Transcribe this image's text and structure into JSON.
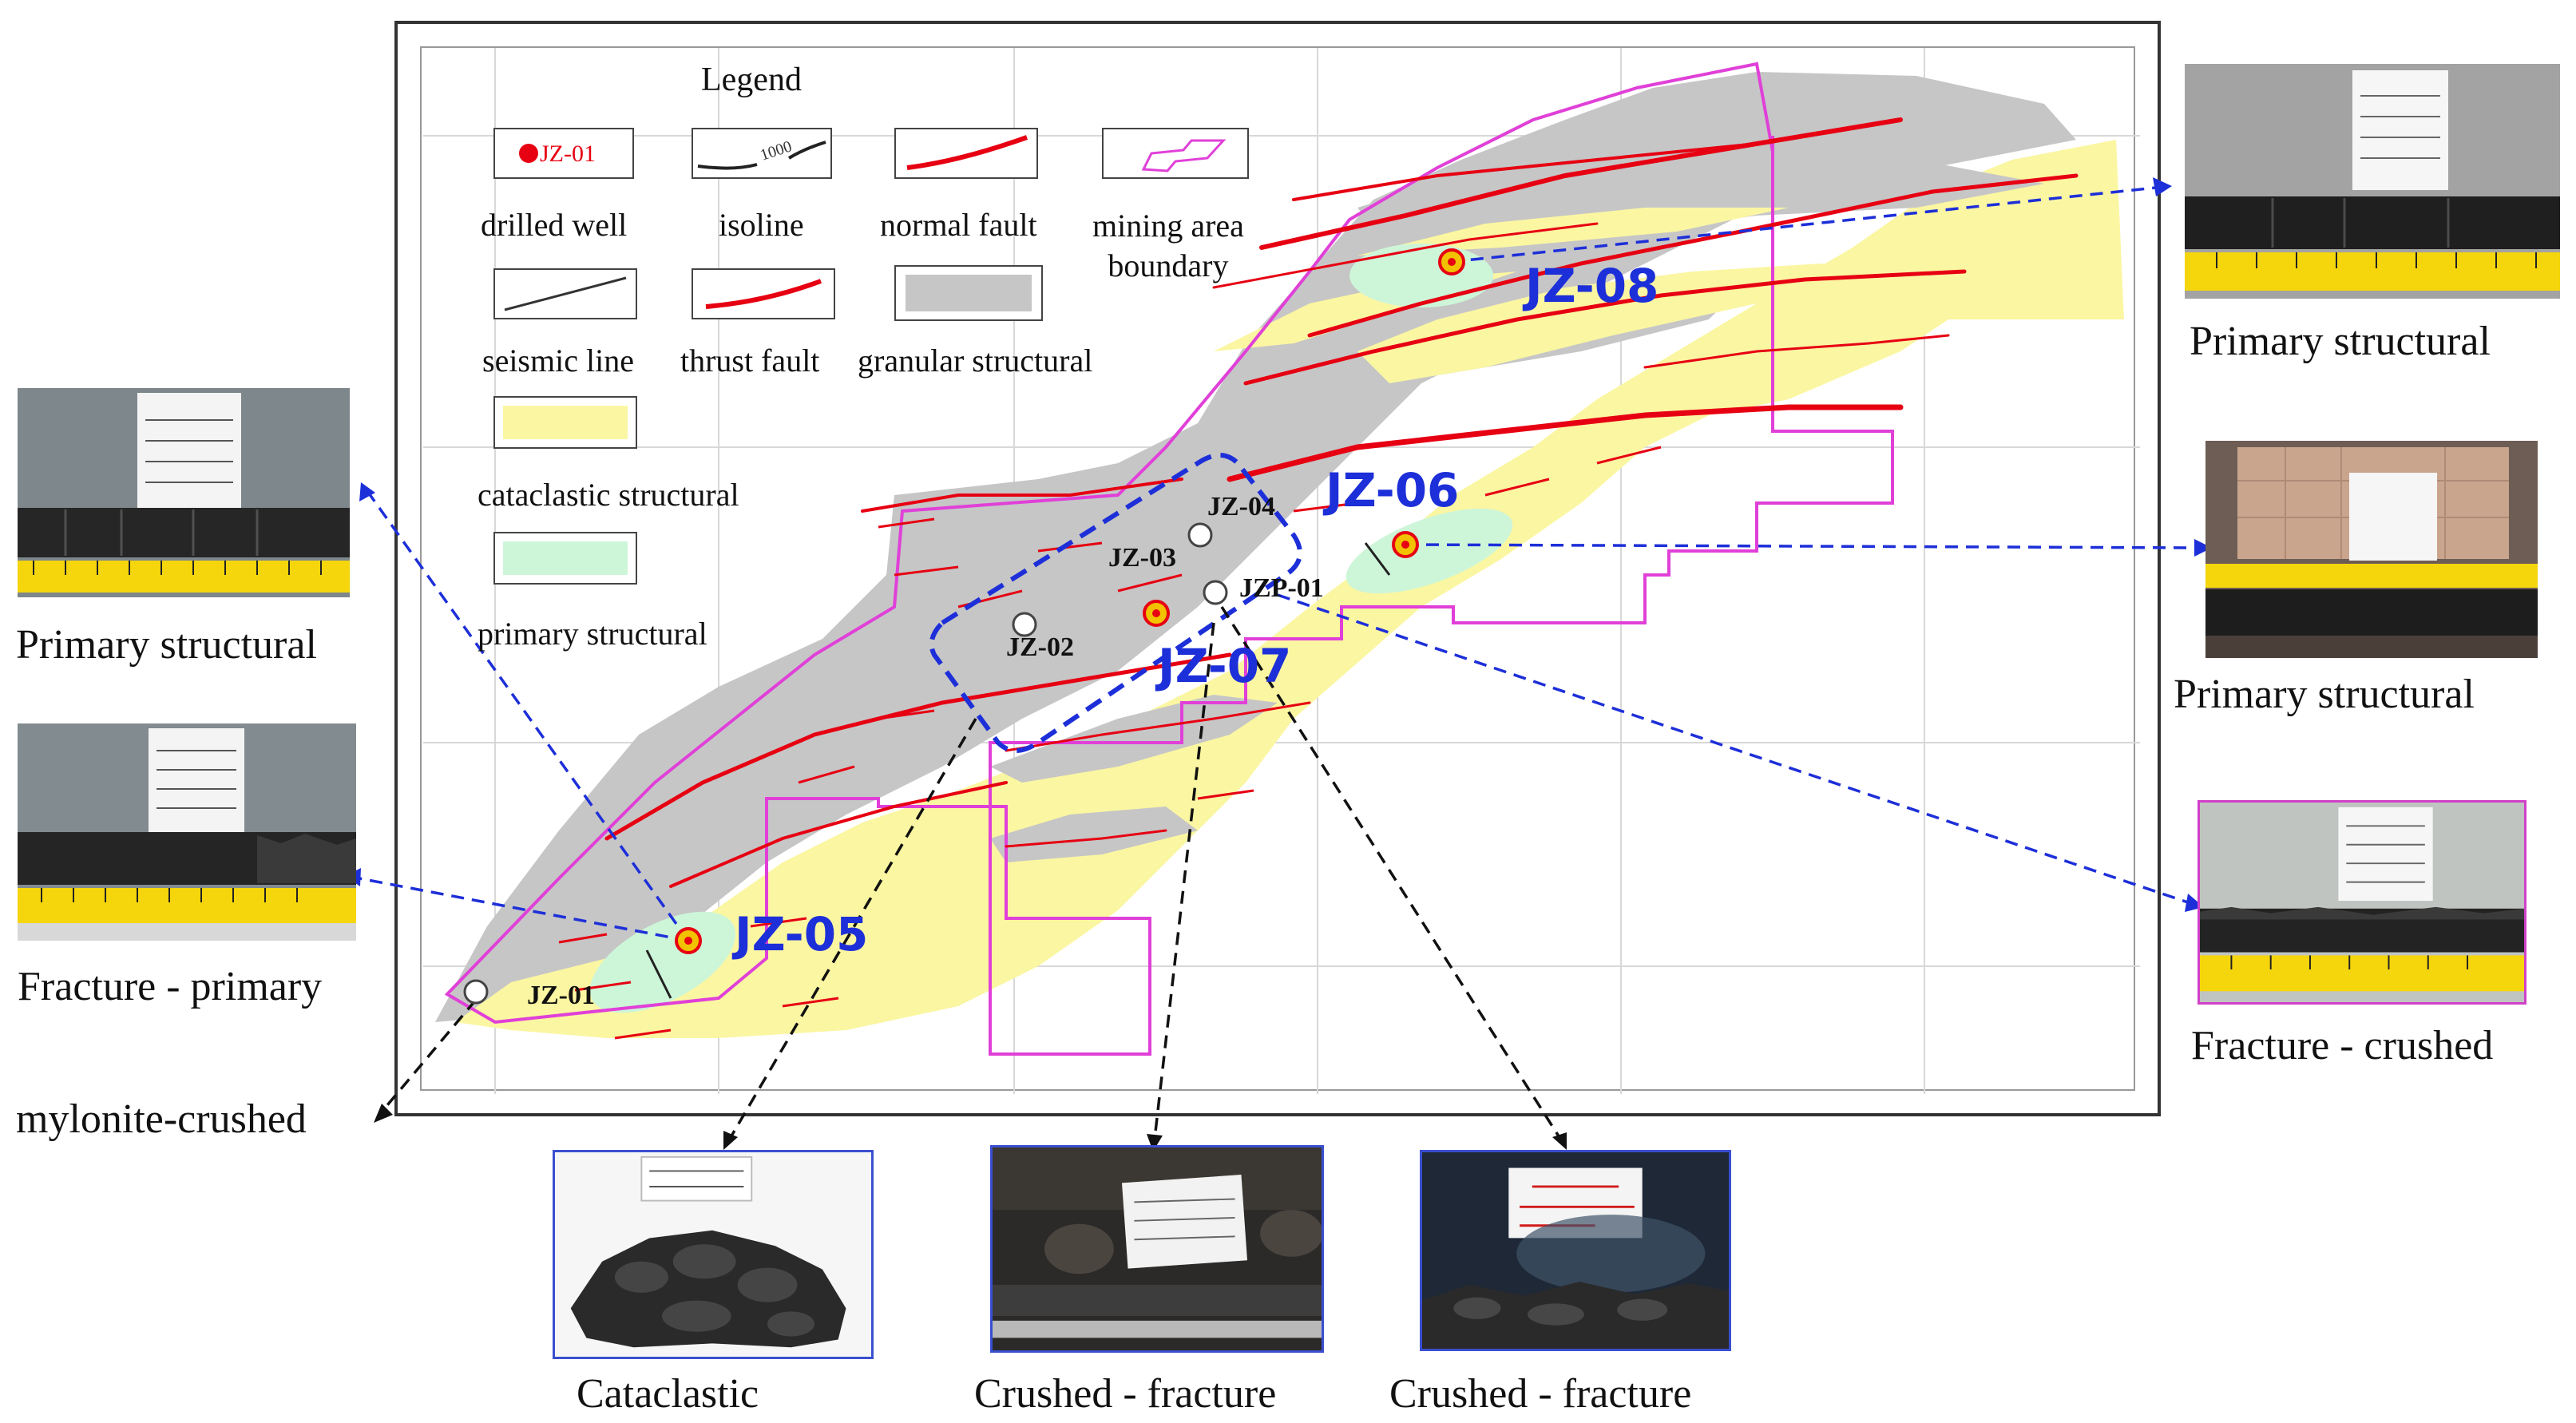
{
  "legend": {
    "title": "Legend",
    "items": [
      {
        "key": "drilled_well",
        "label": "drilled well",
        "sample": "JZ-01"
      },
      {
        "key": "isoline",
        "label": "isoline",
        "sample": "1000"
      },
      {
        "key": "normal_fault",
        "label": "normal fault"
      },
      {
        "key": "mining_area_boundary",
        "label": "mining area\nboundary"
      },
      {
        "key": "seismic_line",
        "label": "seismic line"
      },
      {
        "key": "thrust_fault",
        "label": "thrust fault"
      },
      {
        "key": "granular_structural",
        "label": "granular structural"
      },
      {
        "key": "cataclastic_structural",
        "label": "cataclastic structural"
      },
      {
        "key": "primary_structural",
        "label": "primary structural"
      }
    ]
  },
  "colors": {
    "granular": "#c6c6c6",
    "cataclastic": "#fbf6a2",
    "primary": "#cdf6d9",
    "fault": "#e60012",
    "boundary": "#e040d8",
    "connector_blue": "#1d2fd8",
    "connector_black": "#111111",
    "label_blue": "#1d2fd8"
  },
  "wells": {
    "jz01": "JZ-01",
    "jz02": "JZ-02",
    "jz03": "JZ-03",
    "jz04": "JZ-04",
    "jzp01": "JZP-01",
    "jz05": "JZ-05",
    "jz06": "JZ-06",
    "jz07": "JZ-07",
    "jz08": "JZ-08"
  },
  "photos": {
    "left_top": "Primary structural",
    "left_bottom": "Fracture - primary",
    "left_mylonite": "mylonite-crushed",
    "right_top": "Primary structural",
    "right_middle": "Primary structural",
    "right_bottom": "Fracture - crushed",
    "bottom_1": "Cataclastic",
    "bottom_2": "Crushed - fracture",
    "bottom_3": "Crushed - fracture"
  }
}
